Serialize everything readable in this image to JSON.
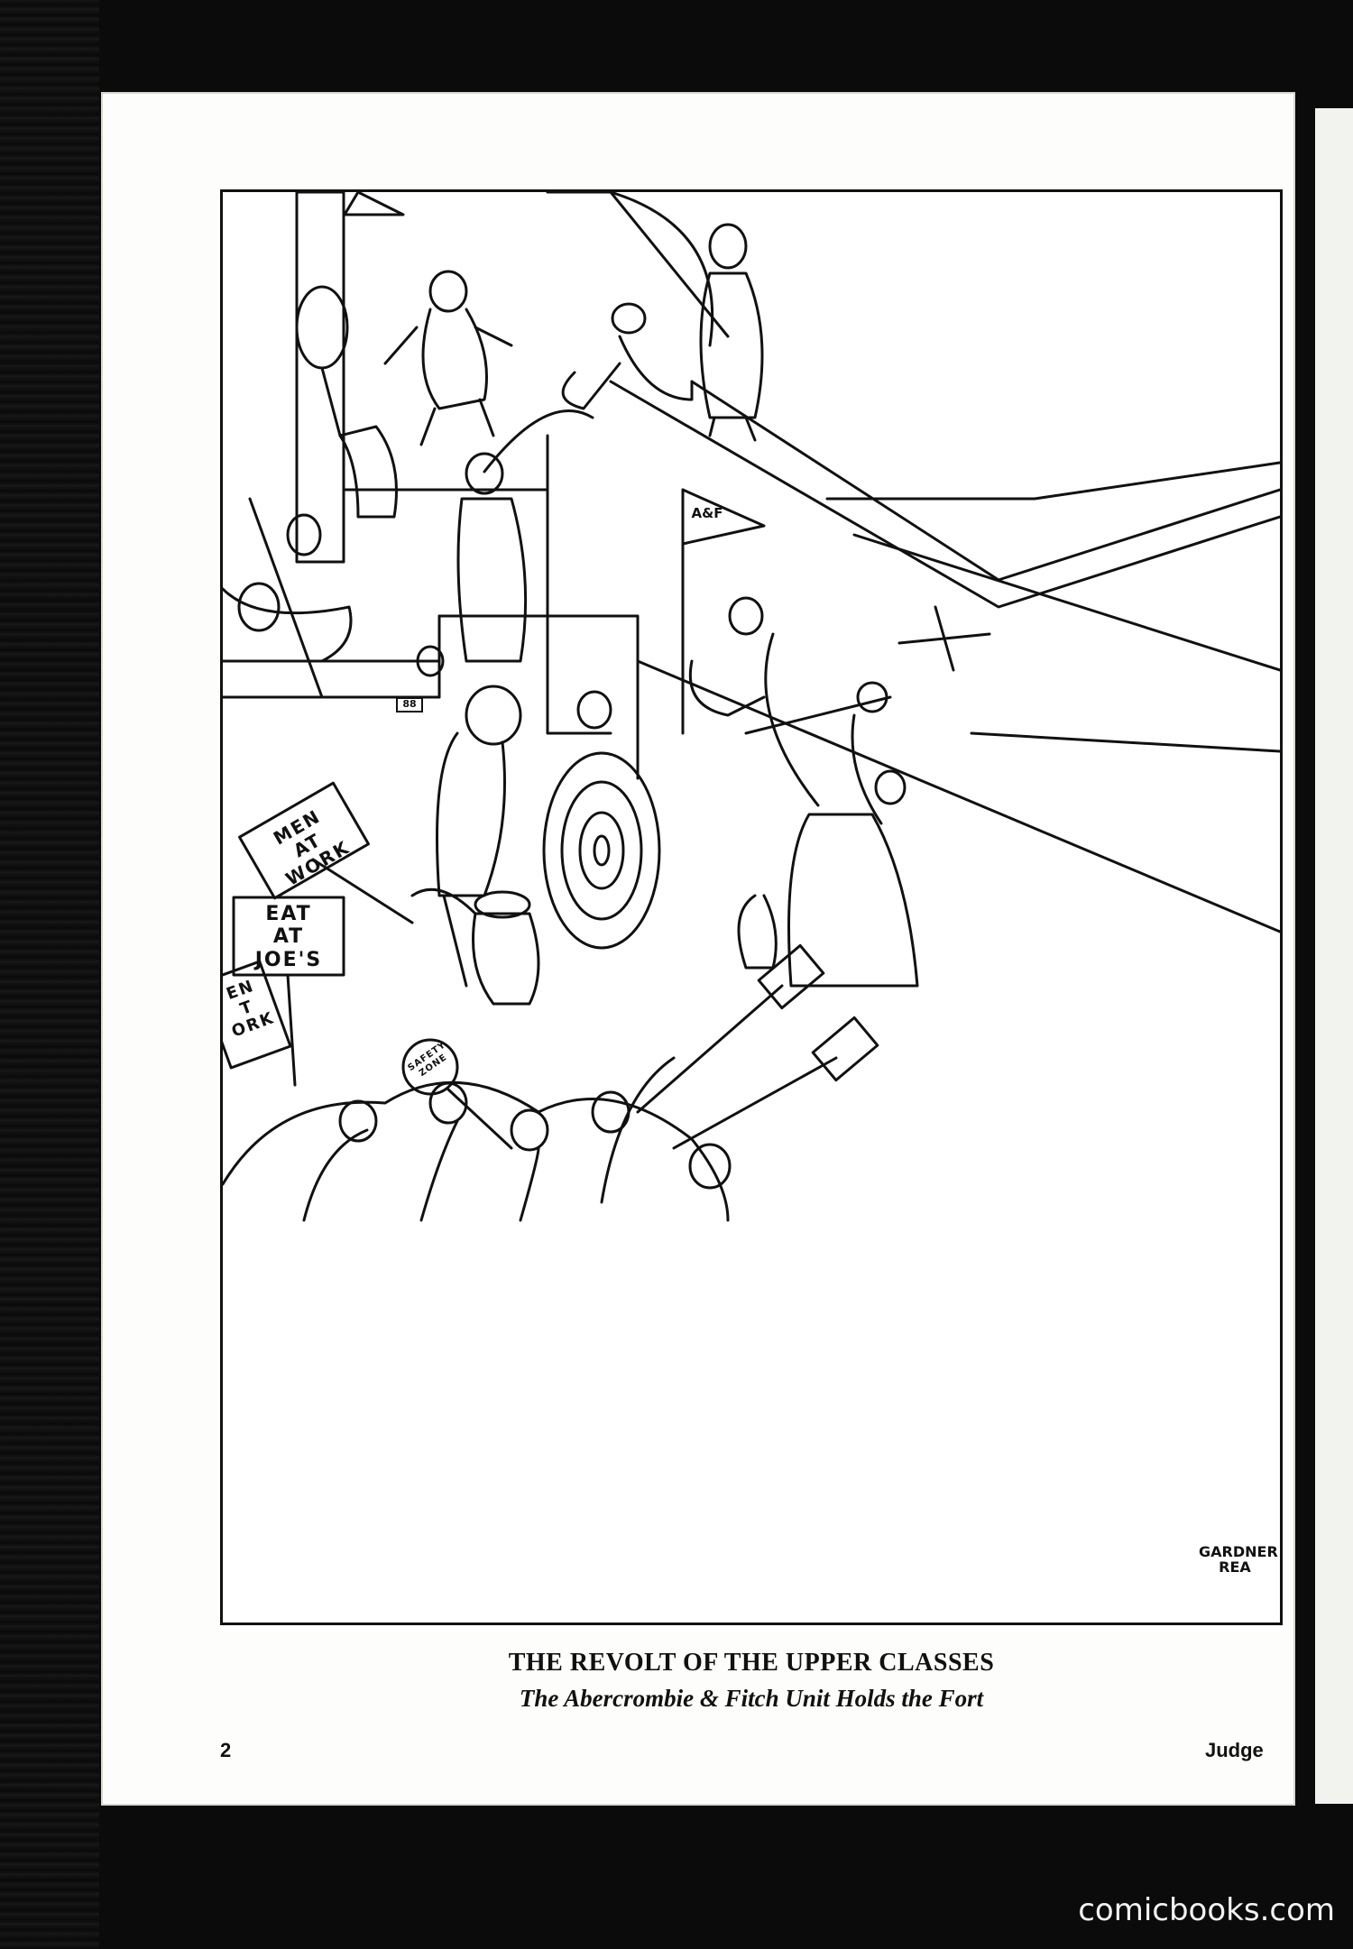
{
  "caption": {
    "title": "THE REVOLT OF THE UPPER CLASSES",
    "subtitle": "The Abercrombie & Fitch Unit Holds the Fort"
  },
  "footer": {
    "page_number": "2",
    "magazine": "Judge"
  },
  "artist_signature": [
    "GARDNER",
    "REA"
  ],
  "illustration": {
    "pennant_text": "A&F",
    "signs": {
      "men_at_work": [
        "MEN",
        "AT",
        "WORK"
      ],
      "eat_at_joes": [
        "EAT",
        "AT",
        "JOE'S"
      ],
      "men_at_work_partial": [
        "EN",
        "T",
        "ORK"
      ],
      "safety_zone": [
        "SAFETY",
        "ZONE"
      ],
      "ammo_box": "88"
    }
  },
  "watermark": "comicbooks.com"
}
